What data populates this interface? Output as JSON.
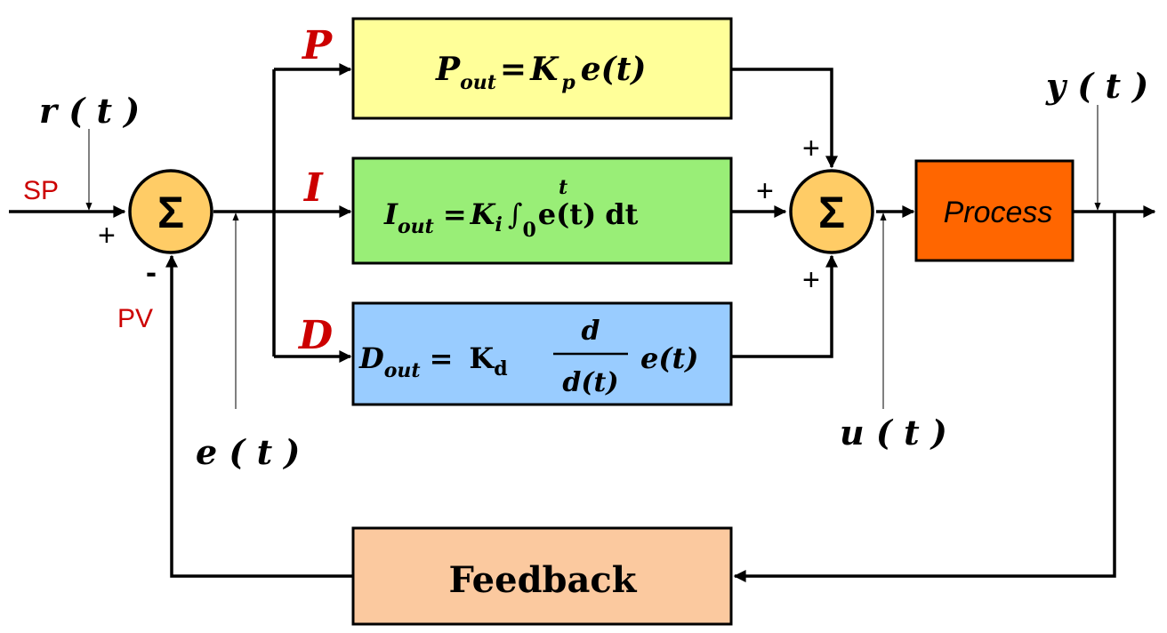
{
  "signals": {
    "reference": "r ( t )",
    "error": "e ( t )",
    "control": "u ( t )",
    "output": "y ( t )"
  },
  "tags": {
    "setpoint": "SP",
    "process_variable": "PV"
  },
  "branches": {
    "p": "P",
    "i": "I",
    "d": "D"
  },
  "signs": {
    "sum1_plus": "+",
    "sum1_minus": "-",
    "sum2_top": "+",
    "sum2_left": "+",
    "sum2_bottom": "+"
  },
  "summing_symbol": "Σ",
  "blocks": {
    "p": {
      "main": "P",
      "sub": "out",
      "eq": "=",
      "gain": "K",
      "gain_sub": "p",
      "err": "e(t)",
      "color": "#FFFF99"
    },
    "i": {
      "main": "I",
      "sub": "out",
      "eq": "=",
      "gain": "K",
      "gain_sub": "i",
      "integral": "∫",
      "upper": "t",
      "lower": "0",
      "err": "e(t)",
      "diff": "dt",
      "color": "#99EE77"
    },
    "d": {
      "main": "D",
      "sub": "out",
      "eq": "=",
      "gain": "K",
      "gain_sub": "d",
      "num": "d",
      "den": "d(t)",
      "err": "e(t)",
      "color": "#99CCFF"
    },
    "process": {
      "label": "Process",
      "color": "#FF6600"
    },
    "feedback": {
      "label": "Feedback",
      "color": "#FBC99F"
    }
  },
  "colors": {
    "summing": "#FFCC66",
    "accent_red": "#CC0000",
    "line": "#000000"
  }
}
